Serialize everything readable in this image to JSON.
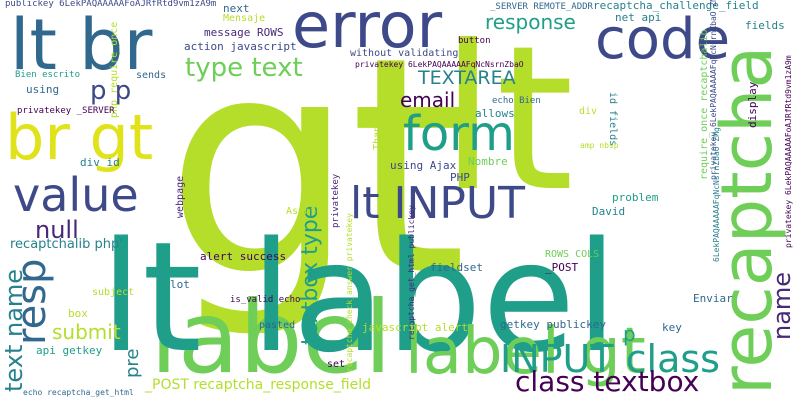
{
  "palette": {
    "lime": "#b5de2b",
    "green": "#6ece58",
    "teal": "#1f9e89",
    "tealdark": "#26828e",
    "blue": "#31688e",
    "indigo": "#3e4989",
    "purple": "#482878",
    "dark": "#440154",
    "yellow": "#e0e31a"
  },
  "words": [
    "gt",
    "lt",
    "label",
    "lt label",
    "lt br",
    "error",
    "code",
    "recaptcha",
    "form",
    "value",
    "br gt",
    "label gt",
    "lt INPUT",
    "INPUT class",
    "class textbox",
    "resp",
    "text name",
    "textbox type",
    "type text",
    "email",
    "response",
    "TEXTAREA",
    "p p",
    "submit",
    "null",
    "name",
    "pre",
    "_POST recaptcha_response_field",
    "recaptchalib php'",
    "api getkey",
    "getkey publickey",
    "Enviar",
    "key",
    "p",
    "_SERVER REMOTE_ADDR",
    "recaptcha_challenge_field",
    "net api",
    "fields",
    "publickey 6LekPAQAAAAAFoAJRfRtd9vm1zA9m",
    "next",
    "Mensaje",
    "message ROWS",
    "action javascript",
    "without validating",
    "button",
    "privatekey 6LekPAQAAAAAFqNcNsrnZbaO",
    "require_once recaptchalib",
    "privatekey 6LekPAQAAAAAFqNcNsrnZbaO ZMg",
    "display",
    "privatekey 6LekPAQAAAAAFoAJRfRtd9vm1zA9m",
    "Bien escrito",
    "sends",
    "using",
    "php require_once",
    "privatekey _SERVER",
    "echo Bien",
    "allows",
    "div",
    "id fields",
    "Thanks",
    "amp nbsp",
    "using Ajax",
    "div id",
    "PHP",
    "Nombre",
    "webpage",
    "Asunto",
    "privatekey",
    "problem",
    "David",
    "alert success",
    "fieldset",
    "_POST",
    "ROWS COLS",
    "6LekPAQAAAAAFqNcNsrnZbaO ZMg",
    "subject",
    "recaptcha_get_html publickey",
    "lot",
    "is_valid echo",
    "box",
    "pasted",
    "recaptcha_check_answer privatekey",
    "javascript alert",
    "set",
    "echo recaptcha_get_html"
  ]
}
